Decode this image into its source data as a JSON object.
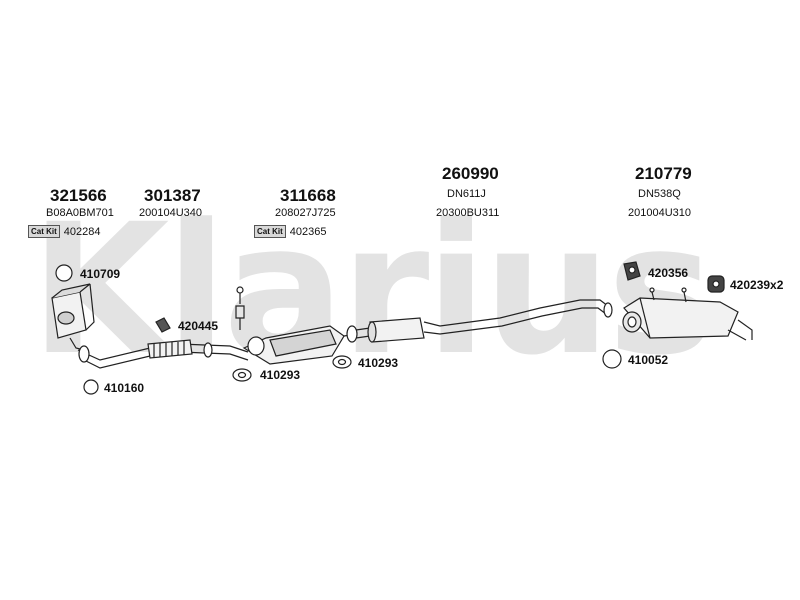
{
  "watermark": "Klarius",
  "parts": [
    {
      "number": "321566",
      "oem": "B08A0BM701",
      "catkit_label": "Cat Kit",
      "catkit": "402284"
    },
    {
      "number": "301387",
      "oem": "200104U340"
    },
    {
      "number": "311668",
      "oem": "208027J725",
      "catkit_label": "Cat Kit",
      "catkit": "402365"
    },
    {
      "number": "260990",
      "oem": "DN611J",
      "oem2": "20300BU311"
    },
    {
      "number": "210779",
      "oem": "DN538Q",
      "oem2": "201004U310"
    }
  ],
  "callouts": [
    "410709",
    "420445",
    "410160",
    "410293",
    "410293",
    "420356",
    "420239x2",
    "410052"
  ],
  "colors": {
    "line": "#222222",
    "fill_light": "#f2f2f2",
    "fill_mid": "#cfcfcf",
    "watermark": "#e3e3e3"
  }
}
